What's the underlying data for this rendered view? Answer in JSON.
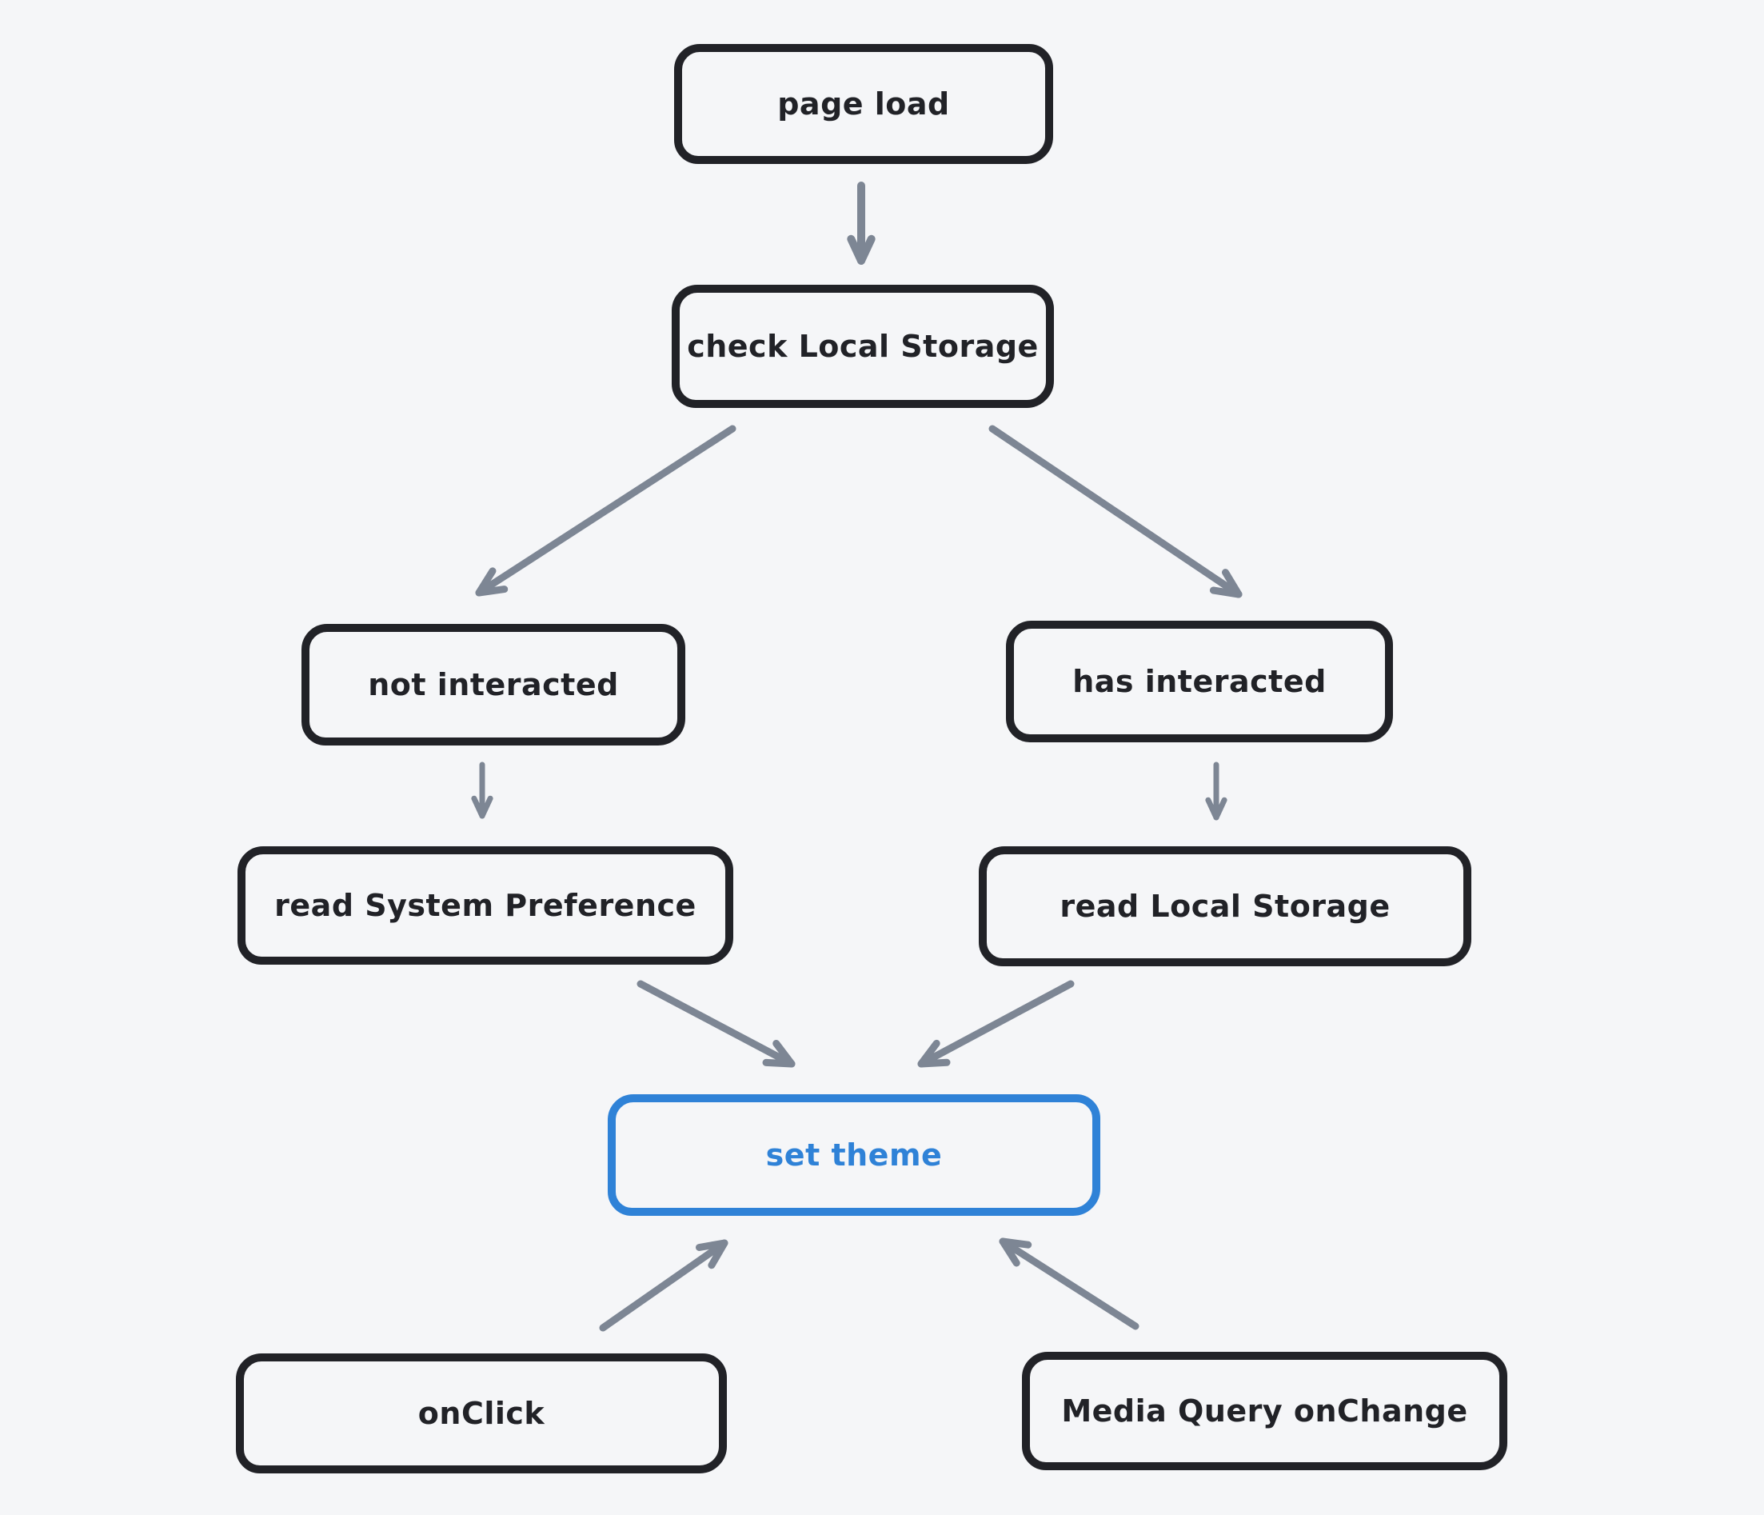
{
  "diagram": {
    "colors": {
      "background": "#f5f6f8",
      "node": "#212227",
      "accent": "#2f82d7",
      "arrow": "#7d8694"
    },
    "nodes": {
      "page_load": {
        "label": "page load",
        "variant": "default"
      },
      "check_local_storage": {
        "label": "check Local Storage",
        "variant": "default"
      },
      "not_interacted": {
        "label": "not interacted",
        "variant": "default"
      },
      "has_interacted": {
        "label": "has interacted",
        "variant": "default"
      },
      "read_system_preference": {
        "label": "read System Preference",
        "variant": "default"
      },
      "read_local_storage": {
        "label": "read Local Storage",
        "variant": "default"
      },
      "set_theme": {
        "label": "set theme",
        "variant": "accent"
      },
      "on_click": {
        "label": "onClick",
        "variant": "default"
      },
      "media_query_onchange": {
        "label": "Media Query onChange",
        "variant": "default"
      }
    },
    "edges": [
      {
        "from": "page load",
        "to": "check Local Storage"
      },
      {
        "from": "check Local Storage",
        "to": "not interacted"
      },
      {
        "from": "check Local Storage",
        "to": "has interacted"
      },
      {
        "from": "not interacted",
        "to": "read System Preference"
      },
      {
        "from": "has interacted",
        "to": "read Local Storage"
      },
      {
        "from": "read System Preference",
        "to": "set theme"
      },
      {
        "from": "read Local Storage",
        "to": "set theme"
      },
      {
        "from": "onClick",
        "to": "set theme"
      },
      {
        "from": "Media Query onChange",
        "to": "set theme"
      }
    ]
  }
}
